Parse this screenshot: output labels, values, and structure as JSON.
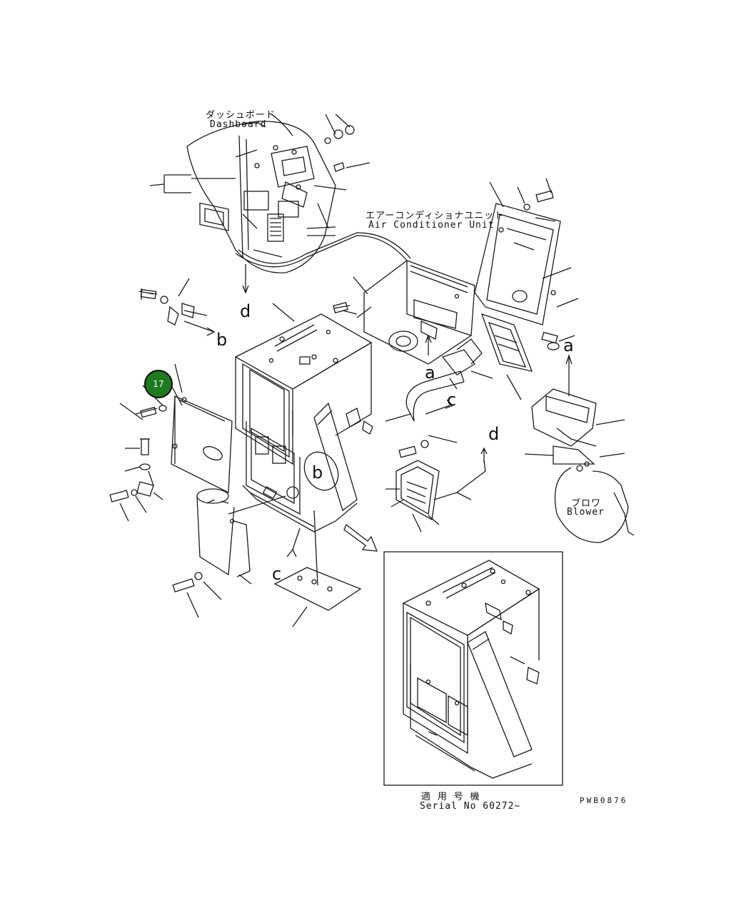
{
  "labels": {
    "dashboard_jp": "ダッシュボード",
    "dashboard_en": "Dashboard",
    "aircon_jp": "エアーコンディショナユニット",
    "aircon_en": "Air Conditioner Unit",
    "blower_jp": "ブロワ",
    "blower_en": "Blower",
    "serial_jp": "適 用 号 機",
    "serial_en": "Serial No 60272~",
    "drawing_code": "PWB0876"
  },
  "view_letters": {
    "d1": "d",
    "b1": "b",
    "a1": "a",
    "c1": "c",
    "d2": "d",
    "a2": "a",
    "b2": "b",
    "c2": "c"
  },
  "callout": {
    "number": "17",
    "color": "#1e7a1e"
  }
}
